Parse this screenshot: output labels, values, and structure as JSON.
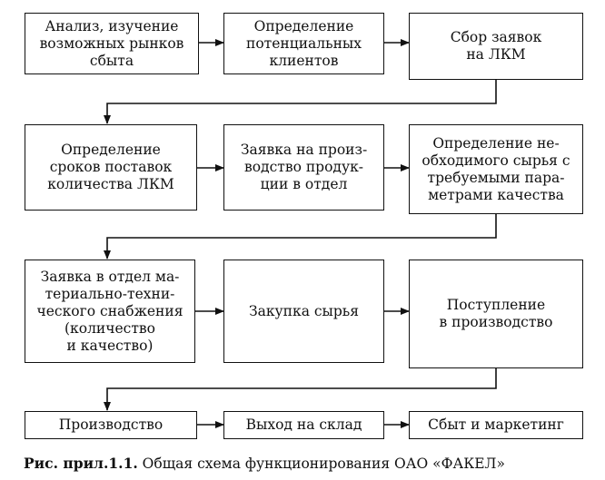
{
  "nodes": {
    "n1": "Анализ, изучение\nвозможных рынков\nсбыта",
    "n2": "Определение\nпотенциальных\nклиентов",
    "n3": "Сбор заявок\nна ЛКМ",
    "n4": "Определение\nсроков поставок\nколичества ЛКМ",
    "n5": "Заявка на произ-\nводство продук-\nции в отдел",
    "n6": "Определение не-\nобходимого сырья с\nтребуемыми пара-\nметрами качества",
    "n7": "Заявка в отдел ма-\nтериально-техни-\nческого снабжения\n(количество\nи качество)",
    "n8": "Закупка сырья",
    "n9": "Поступление\nв производство",
    "n10": "Производство",
    "n11": "Выход на склад",
    "n12": "Сбыт и маркетинг"
  },
  "caption": {
    "label": "Рис. прил.1.1.",
    "text": " Общая схема функционирования ОАО «ФАКЕЛ»"
  }
}
